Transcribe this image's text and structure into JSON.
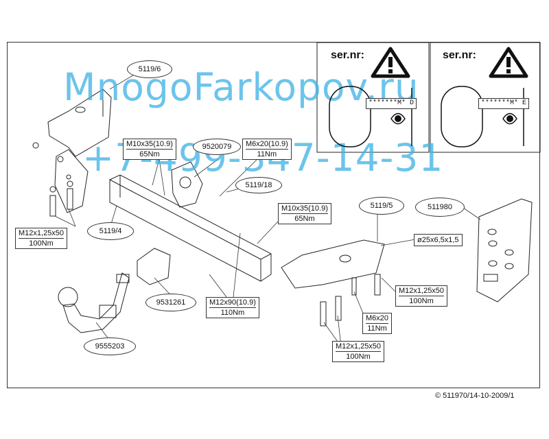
{
  "watermark": {
    "site": "MnogoFarkopov.ru",
    "phone": "+7-499-347-14-31"
  },
  "warning_panels": [
    {
      "ser_label": "ser.nr:",
      "plate_text": "*******M*  D"
    },
    {
      "ser_label": "ser.nr:",
      "plate_text": "*******M*  E"
    }
  ],
  "parts": {
    "p5119_6": "5119/6",
    "p5119_4": "5119/4",
    "p9520079": "9520079",
    "p5119_18": "5119/18",
    "p5119_5": "5119/5",
    "p511980": "511980",
    "p9531261": "9531261",
    "p9555203": "9555203"
  },
  "specs": {
    "m10_top": {
      "size": "M10x35(10.9)",
      "torque": "65Nm"
    },
    "m6_top": {
      "size": "M6x20(10.9)",
      "torque": "11Nm"
    },
    "m12_left": {
      "size": "M12x1,25x50",
      "torque": "100Nm"
    },
    "m10_mid": {
      "size": "M10x35(10.9)",
      "torque": "65Nm"
    },
    "m12_mid": {
      "size": "M12x90(10.9)",
      "torque": "110Nm"
    },
    "m12_right": {
      "size": "M12x1,25x50",
      "torque": "100Nm"
    },
    "m6_bottom": {
      "size": "M6x20",
      "torque": "11Nm"
    },
    "m12_bottom": {
      "size": "M12x1,25x50",
      "torque": "100Nm"
    },
    "washer": "ø25x6,5x1,5"
  },
  "copyright": "© 511970/14-10-2009/1"
}
